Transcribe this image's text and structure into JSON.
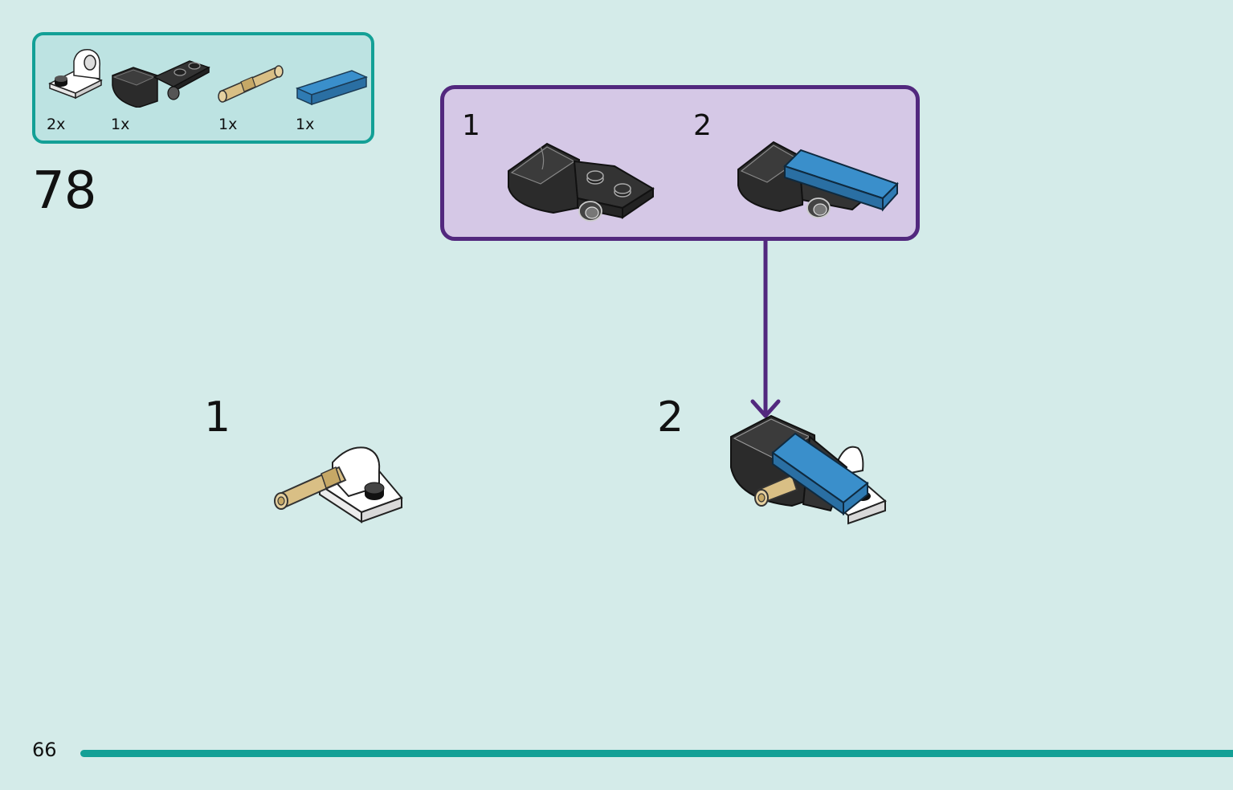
{
  "step": {
    "number": "78"
  },
  "parts": [
    {
      "icon": "white-bracket-icon",
      "qty": "2x"
    },
    {
      "icon": "black-bucket-plate-icon",
      "qty": "1x"
    },
    {
      "icon": "tan-pin-icon",
      "qty": "1x"
    },
    {
      "icon": "blue-tile-icon",
      "qty": "1x"
    }
  ],
  "subassembly": {
    "step1_label": "1",
    "step2_label": "2"
  },
  "main_steps": {
    "step1_label": "1",
    "step2_label": "2"
  },
  "page": {
    "number": "66"
  },
  "colors": {
    "background": "#d4ebe9",
    "accent_teal": "#13a096",
    "callout_purple": "#52287e",
    "callout_fill": "#d5c8e6",
    "brick_blue": "#2f86c3",
    "brick_tan": "#d9bf85",
    "brick_black": "#2b2b2b"
  }
}
